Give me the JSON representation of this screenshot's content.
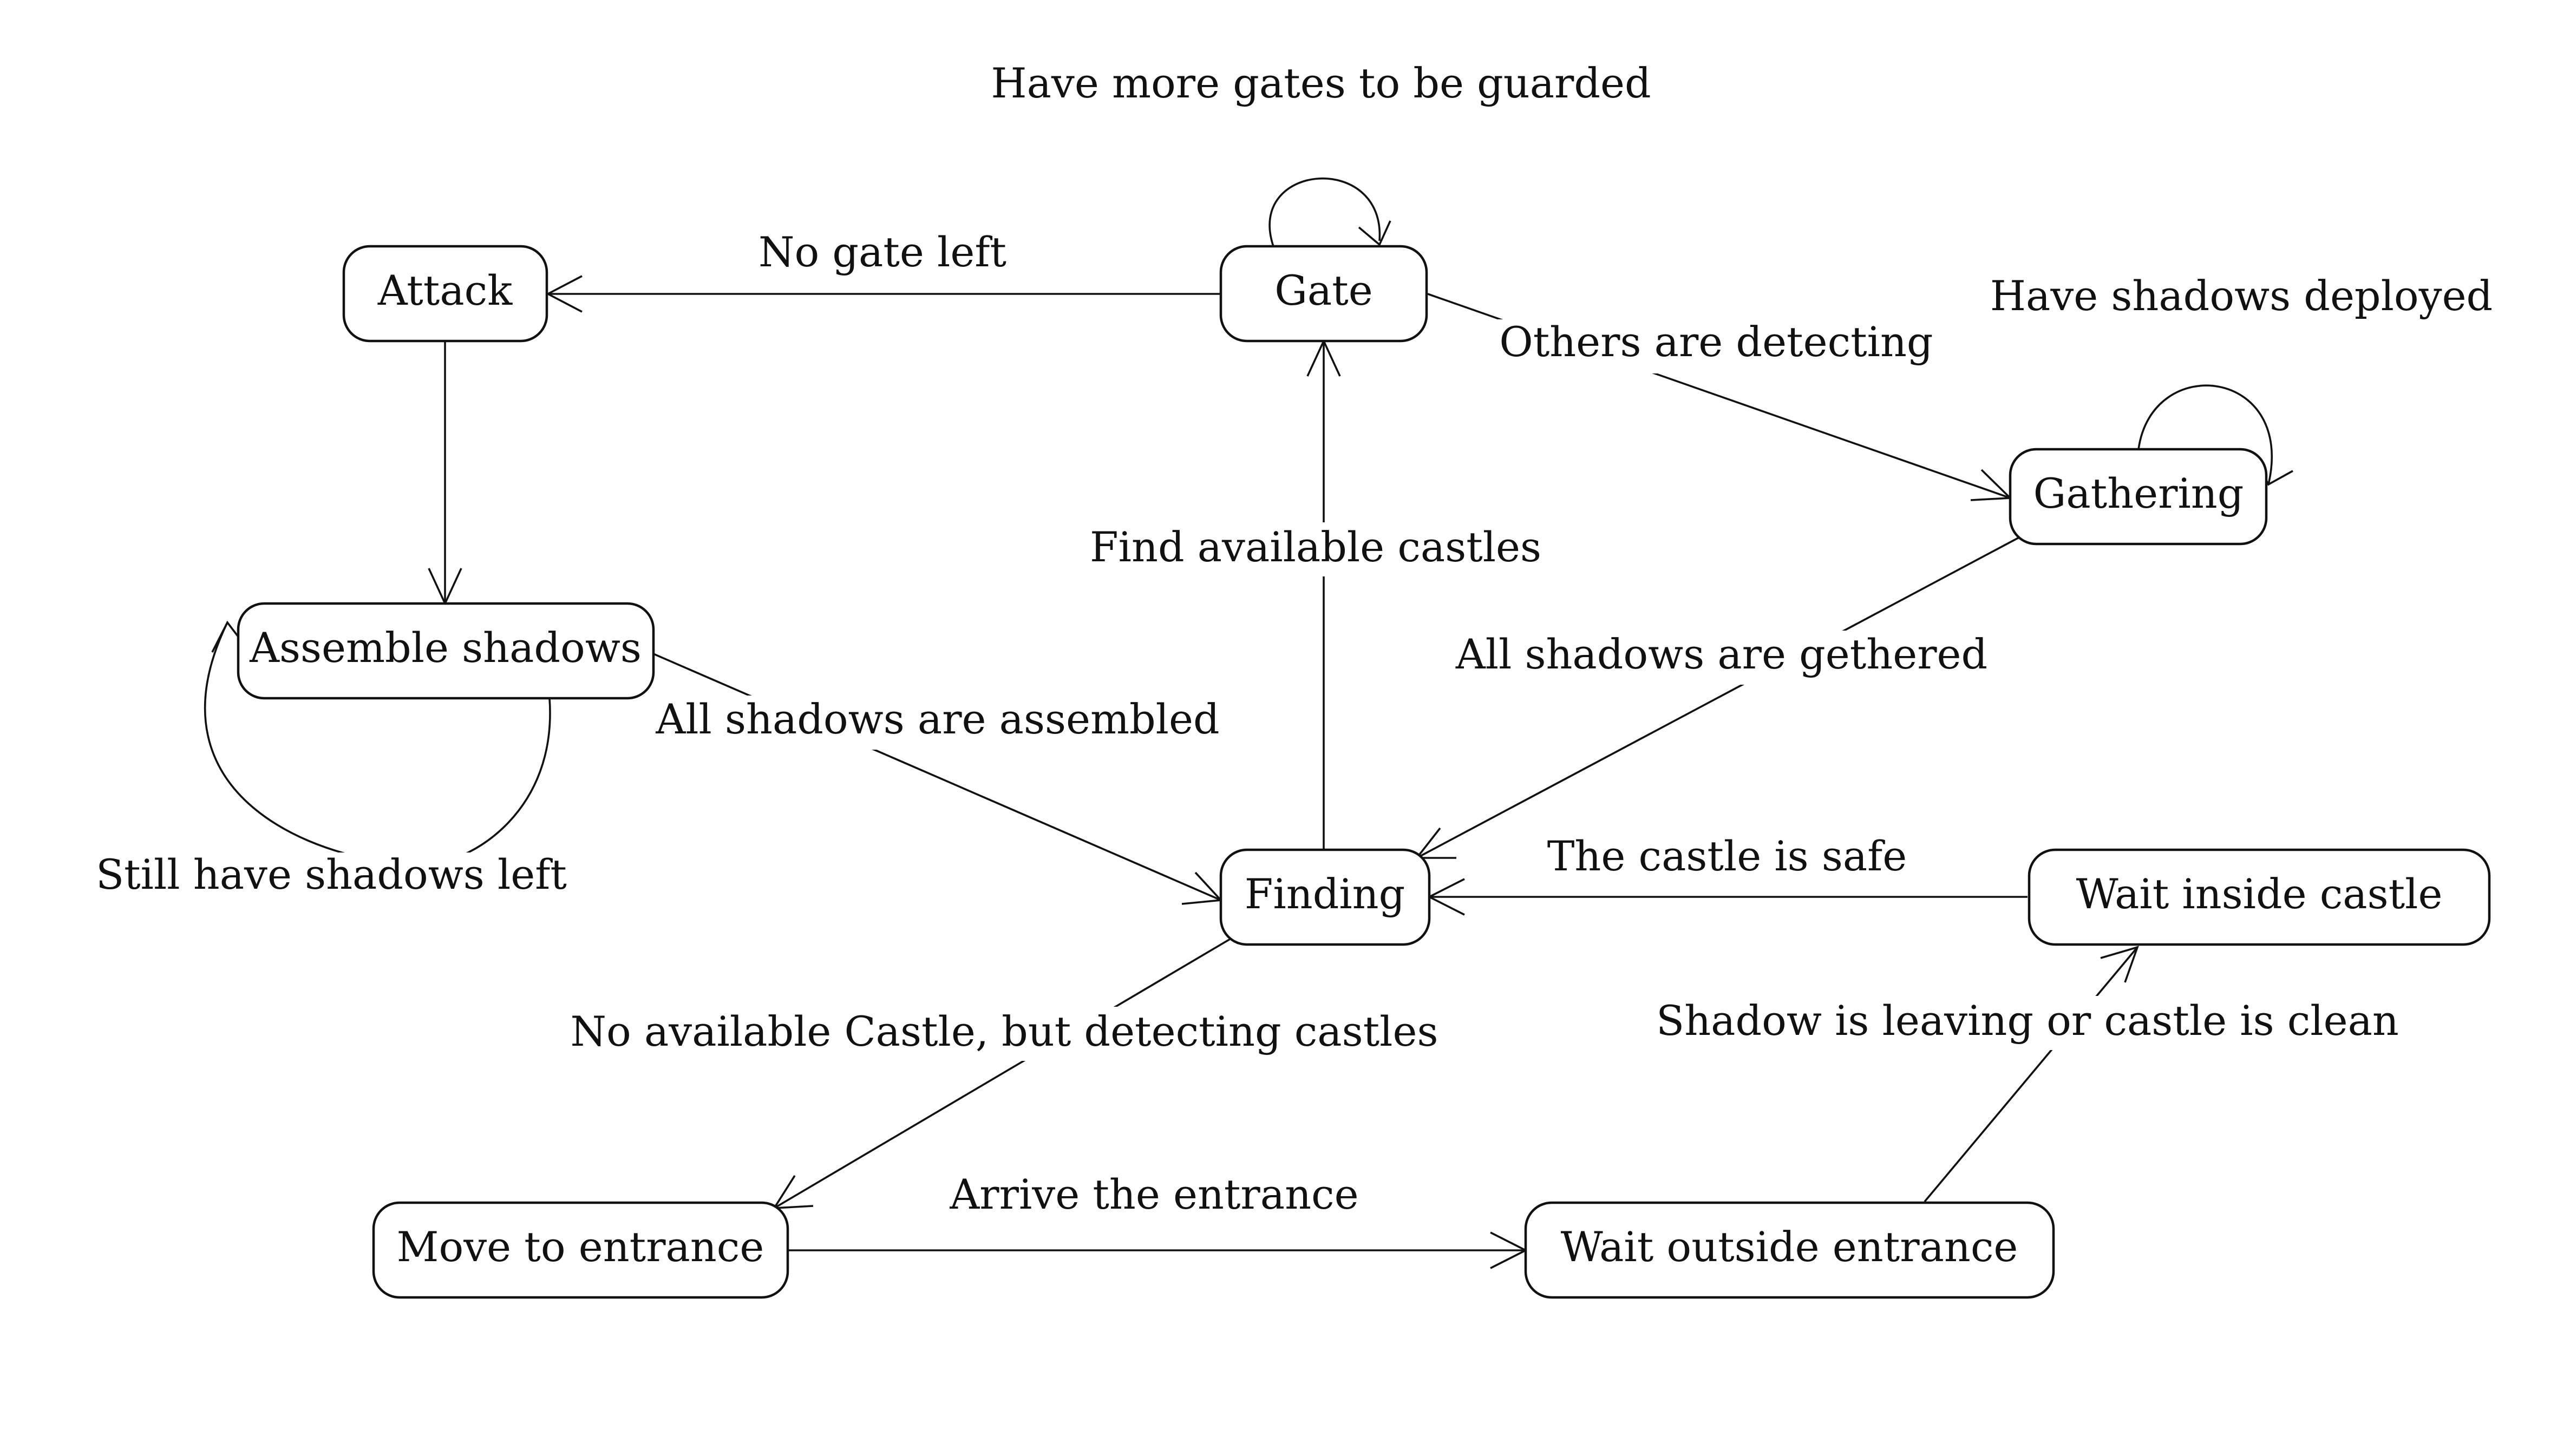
{
  "diagram": {
    "type": "state-transition",
    "states": {
      "attack": "Attack",
      "gate": "Gate",
      "gathering": "Gathering",
      "assemble": "Assemble shadows",
      "finding": "Finding",
      "wait_inside": "Wait inside castle",
      "move": "Move to entrance",
      "wait_outside": "Wait outside entrance"
    },
    "transitions": {
      "gate_self": "Have more gates to be guarded",
      "gate_to_attack": "No gate left",
      "gate_to_gathering": "Others are detecting",
      "gathering_self": "Have shadows deployed",
      "finding_to_gate": "Find available castles",
      "gathering_to_finding": "All shadows are gethered",
      "assemble_to_finding": "All shadows are assembled",
      "assemble_self": "Still have shadows left",
      "inside_to_finding": "The castle is safe",
      "finding_to_move": "No available Castle, but detecting castles",
      "move_to_outside": "Arrive the entrance",
      "outside_to_inside": "Shadow is leaving or castle is clean",
      "attack_to_assemble": ""
    },
    "colors": {
      "stroke": "#111111",
      "background": "#ffffff"
    }
  }
}
